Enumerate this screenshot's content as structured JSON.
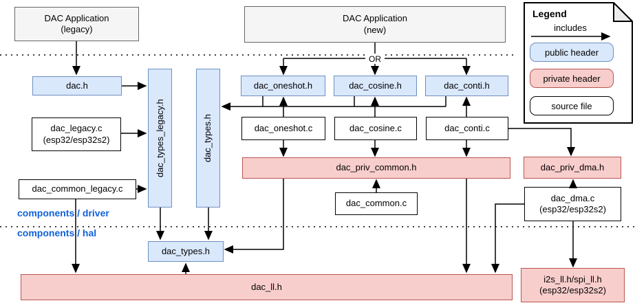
{
  "diagram": {
    "apps": {
      "legacy": "DAC Application\n(legacy)",
      "new": "DAC Application\n(new)"
    },
    "or_label": "OR",
    "layers": {
      "driver": "components / driver",
      "hal": "components / hal"
    },
    "nodes": {
      "dac_h": "dac.h",
      "dac_types_legacy_h": "dac_types_legacy.h",
      "dac_types_h_driver": "dac_types.h",
      "dac_oneshot_h": "dac_oneshot.h",
      "dac_cosine_h": "dac_cosine.h",
      "dac_conti_h": "dac_conti.h",
      "dac_legacy_c": "dac_legacy.c\n(esp32/esp32s2)",
      "dac_common_legacy_c": "dac_common_legacy.c",
      "dac_oneshot_c": "dac_oneshot.c",
      "dac_cosine_c": "dac_cosine.c",
      "dac_conti_c": "dac_conti.c",
      "dac_priv_common_h": "dac_priv_common.h",
      "dac_common_c": "dac_common.c",
      "dac_priv_dma_h": "dac_priv_dma.h",
      "dac_dma_c": "dac_dma.c\n(esp32/esp32s2)",
      "dac_types_h_hal": "dac_types.h",
      "dac_ll_h": "dac_ll.h",
      "i2s_spi_ll_h": "i2s_ll.h/spi_ll.h\n(esp32/esp32s2)"
    },
    "legend": {
      "title": "Legend",
      "includes_label": "includes",
      "public_header": "public header",
      "private_header": "private header",
      "source_file": "source file"
    },
    "colors": {
      "public_header_fill": "#dae8fc",
      "public_header_border": "#6c8ebf",
      "private_header_fill": "#f8cecc",
      "private_header_border": "#b85450",
      "application_fill": "#f5f5f5",
      "application_border": "#666666",
      "source_file_fill": "#ffffff",
      "source_file_border": "#000000",
      "layer_label_text": "#0f62dc",
      "arrow": "#000000"
    }
  }
}
